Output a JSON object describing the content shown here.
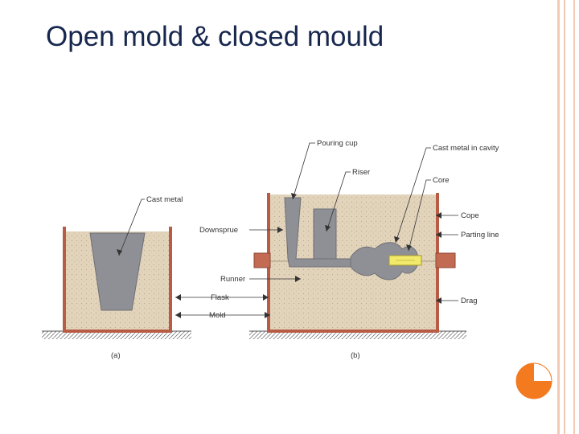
{
  "slide": {
    "title": "Open mold & closed mould"
  },
  "diagram": {
    "labels": {
      "cast_metal": "Cast metal",
      "downsprue": "Downsprue",
      "runner": "Runner",
      "flask": "Flask",
      "mold": "Mold",
      "pouring_cup": "Pouring cup",
      "riser": "Riser",
      "cast_metal_in_cavity": "Cast metal in cavity",
      "core": "Core",
      "cope": "Cope",
      "parting_line": "Parting line",
      "drag": "Drag"
    },
    "captions": {
      "open": "(a)",
      "closed": "(b)"
    }
  },
  "colors": {
    "title": "#17274e",
    "accent": "#f47a20",
    "rail": "#f3c1a8",
    "sand": "#e2d3bb",
    "flask": "#b85c45",
    "metal": "#8f8f96",
    "core": "#f2ea6a"
  }
}
